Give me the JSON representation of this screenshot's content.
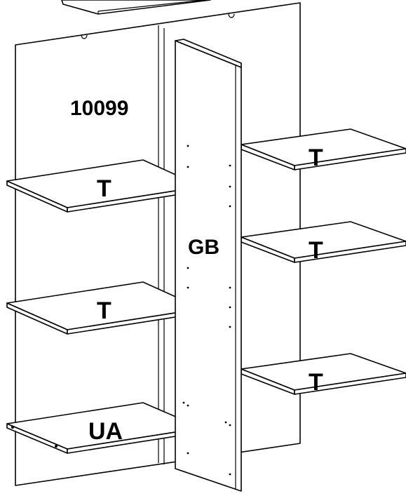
{
  "diagram": {
    "model_number": "10099",
    "panel_gb": "GB",
    "shelf_labels": [
      "T",
      "T",
      "T",
      "T",
      "T"
    ],
    "bottom_shelf": "UA"
  },
  "colors": {
    "line": "#000000",
    "background": "#ffffff"
  }
}
